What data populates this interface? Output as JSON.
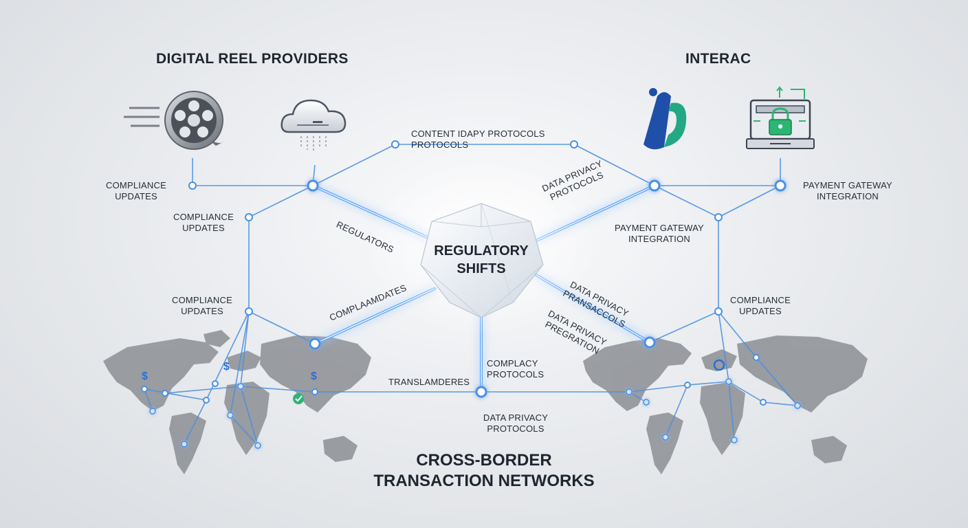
{
  "headings": {
    "left": "DIGITAL REEL PROVIDERS",
    "right": "INTERAC",
    "bottom_line1": "CROSS-BORDER",
    "bottom_line2": "TRANSACTION NETWORKS"
  },
  "hub": {
    "line1": "REGULATORY",
    "line2": "SHIFTS"
  },
  "labels": {
    "content_protocols_line1": "CONTENT IDAPY PROTOCOLS",
    "content_protocols_line2": "PROTOCOLS",
    "compliance_1": "COMPLIANCE\nUPDATES",
    "compliance_2": "COMPLIANCE\nUPDATES",
    "compliance_3": "COMPLIANCE\nUPDATES",
    "compliance_right": "COMPLIANCE\nUPDATES",
    "regulators": "REGULATORS",
    "complaamdates": "COMPLAAMDATES",
    "data_privacy_top": "DATA PRIVACY\nPROTOCOLS",
    "payment_gateway_right": "PAYMENT GATEWAY\nINTEGRATION",
    "payment_gateway_mid": "PAYMENT GATEWAY\nINTEGRATION",
    "data_privacy_pransaccols": "DATA PRIVACY\nPRANSACCOLS",
    "data_privacy_pregration": "DATA PRIVACY\nPREGRATION",
    "complacy_protocols": "COMPLACY\nPROTOCOLS",
    "translamderes": "TRANSLAMDERES",
    "data_privacy_bottom": "DATA PRIVACY\nPROTOCOLS"
  },
  "icons": {
    "film_reel": "film-reel-icon",
    "cloud": "cloud-icon",
    "interac_logo": "interac-logo-icon",
    "secure_payment": "secure-payment-terminal-icon",
    "dollar": "dollar-icon",
    "check": "check-icon"
  },
  "colors": {
    "line": "#4a90e2",
    "glow": "#7fb6ff",
    "map": "#8c8f94",
    "logo_blue": "#1f4fa8",
    "logo_green": "#22a884",
    "lock_green": "#2bb673",
    "check_green": "#2bb673"
  }
}
